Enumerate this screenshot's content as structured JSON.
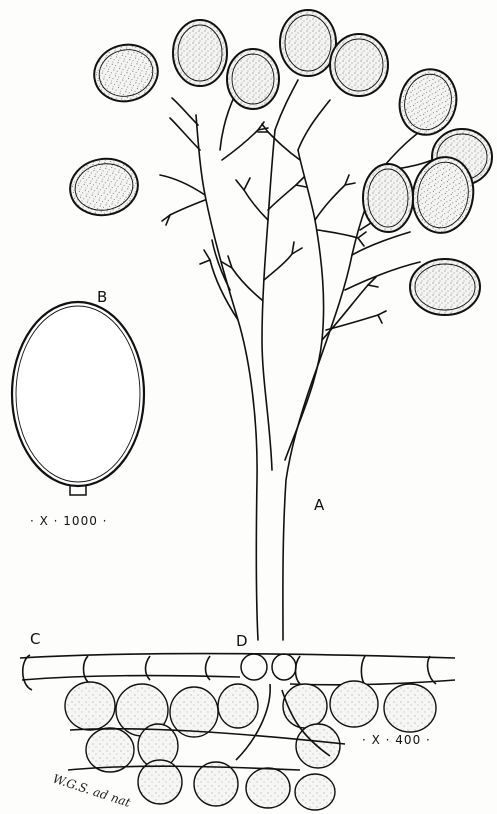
{
  "labels": {
    "a": "A",
    "b": "B",
    "c": "C",
    "d": "D"
  },
  "scale_text": {
    "spore_mag": "· X · 1000 ·",
    "section_mag": "· X · 400 ·"
  },
  "signature": "W.G.S. ad nat",
  "colors": {
    "ink": "#111111",
    "paper": "#fdfdfb"
  }
}
